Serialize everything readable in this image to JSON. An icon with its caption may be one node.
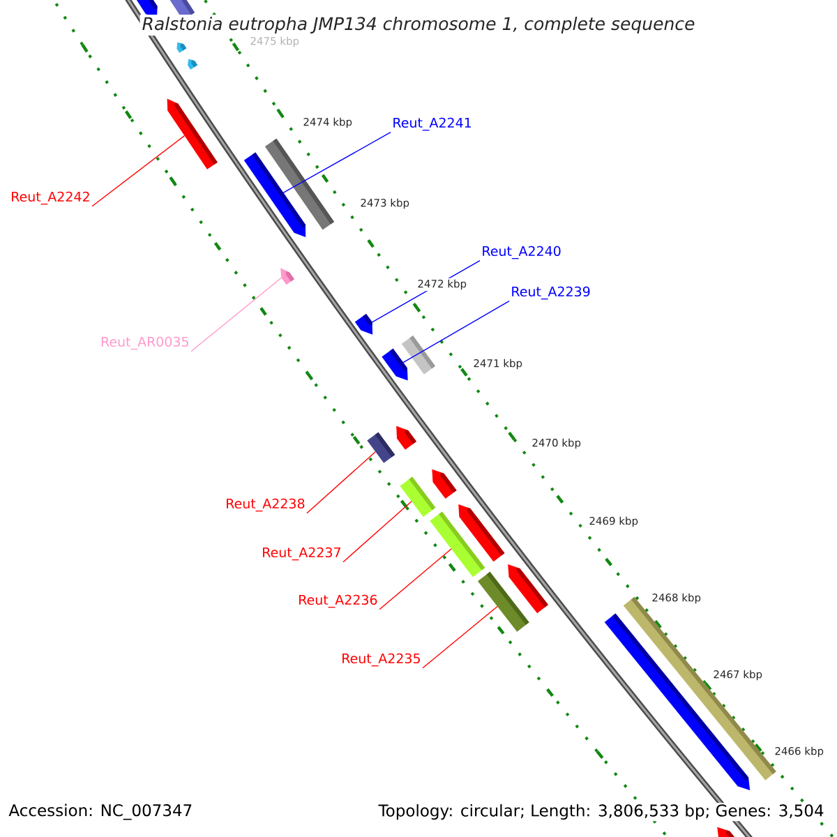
{
  "diagram": {
    "title": "Ralstonia eutropha JMP134 chromosome 1, complete sequence",
    "nodes": [
      {
        "text": [
          "Reut_A2241"
        ]
      },
      {
        "text": [
          "Reut_A2242"
        ]
      },
      {
        "text": [
          "Reut_A2240"
        ]
      },
      {
        "text": [
          "Reut_A2239"
        ]
      },
      {
        "text": [
          "Reut_AR0035"
        ]
      },
      {
        "text": [
          "Reut_A2238"
        ]
      },
      {
        "text": [
          "Reut_A2237"
        ]
      },
      {
        "text": [
          "Reut_A2236"
        ]
      },
      {
        "text": [
          "Reut_A2235"
        ]
      },
      {
        "text": [],
        "shape": "bar"
      },
      {
        "text": [],
        "shape": "bar"
      },
      {
        "text": [],
        "shape": "bar"
      },
      {
        "text": [],
        "shape": "bar"
      },
      {
        "text": [],
        "shape": "bar"
      },
      {
        "text": [],
        "shape": "bar"
      },
      {
        "text": [],
        "shape": "bar"
      },
      {
        "text": [],
        "shape": "bar"
      },
      {
        "text": [],
        "shape": "bar"
      }
    ],
    "edges": [
      {
        "from": 0,
        "to": 10,
        "arrow": "none",
        "color": "#0000ff"
      },
      {
        "from": 1,
        "to": 9,
        "arrow": "none"
      },
      {
        "from": 2,
        "to": 12,
        "arrow": "none",
        "color": "#0000ff"
      },
      {
        "from": 3,
        "to": 13,
        "arrow": "none",
        "color": "#0000ff"
      },
      {
        "from": 4,
        "to": 11,
        "arrow": "none",
        "color": "#ff99cc"
      },
      {
        "from": 5,
        "to": 14,
        "arrow": "none"
      },
      {
        "from": 6,
        "to": 15,
        "arrow": "none"
      },
      {
        "from": 7,
        "to": 16,
        "arrow": "none"
      },
      {
        "from": 8,
        "to": 17,
        "arrow": "none"
      }
    ],
    "labels": [
      "2475 kbp",
      "2474 kbp",
      "2473 kbp",
      "2472 kbp",
      "2471 kbp",
      "2470 kbp",
      "2469 kbp",
      "2468 kbp",
      "2467 kbp",
      "2466 kbp",
      "Accession: NC_007347",
      "Topology: circular; Length: 3,806,533 bp; Genes: 3,504"
    ]
  }
}
